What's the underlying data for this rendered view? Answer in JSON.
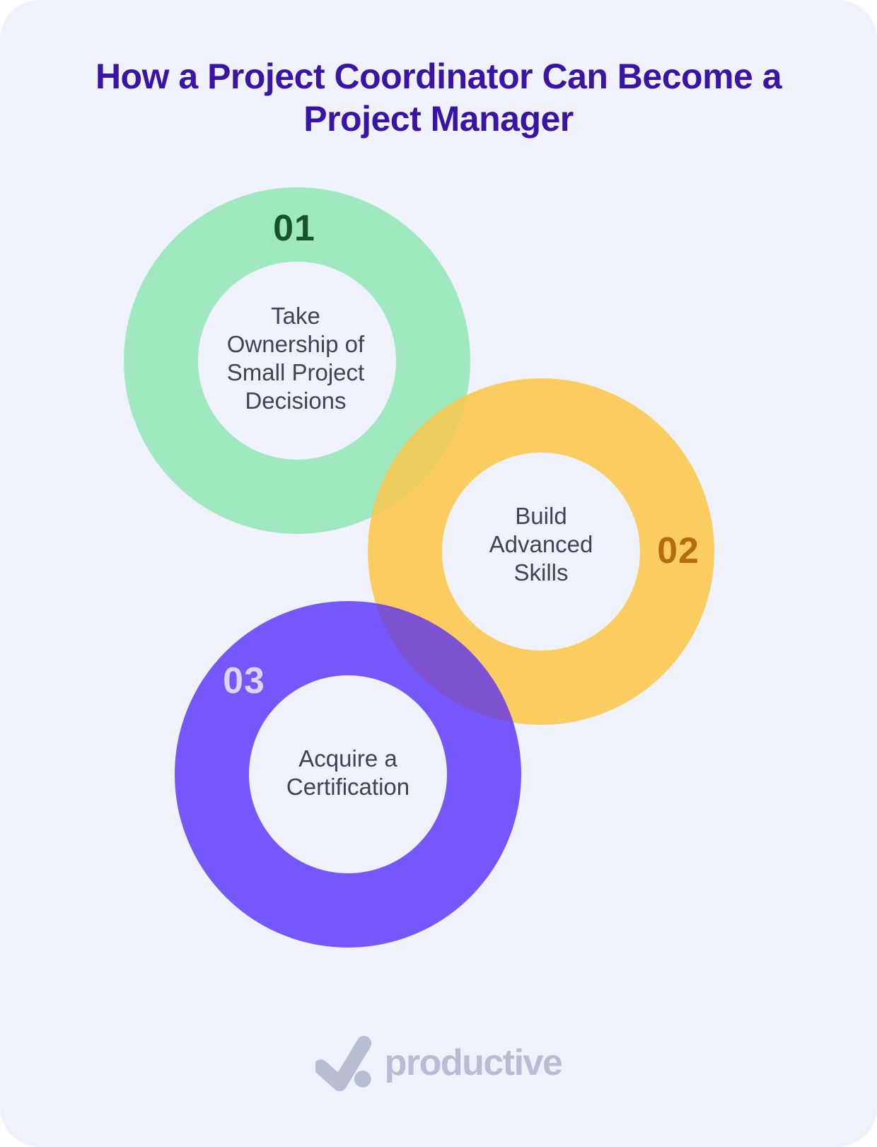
{
  "title": {
    "full": "How a Project Coordinator Can Become a Project Manager",
    "line1": "How a Project Coordinator Can Become a",
    "line2": "Project Manager"
  },
  "steps": [
    {
      "number": "01",
      "label": "Take Ownership of Small Project Decisions",
      "label_lines": [
        "Take",
        "Ownership of",
        "Small Project",
        "Decisions"
      ],
      "ring_color": "#9fe8c0",
      "number_color": "#175231"
    },
    {
      "number": "02",
      "label": "Build Advanced Skills",
      "label_lines": [
        "Build",
        "Advanced",
        "Skills"
      ],
      "ring_color": "#fbcd61",
      "number_color": "#b56c0d"
    },
    {
      "number": "03",
      "label": "Acquire a Certification",
      "label_lines": [
        "Acquire a",
        "Certification"
      ],
      "ring_color": "#7557fb",
      "number_color": "#ded3f8"
    }
  ],
  "overlap_colors": {
    "step1_step2": "#eccd5e",
    "step2_step3": "#7d51cf"
  },
  "colors": {
    "card_background": "#eff1fb",
    "title_text": "#3a14a5",
    "label_text": "#3e4355",
    "logo": "#b9bdd4"
  },
  "logo": {
    "wordmark": "productive"
  }
}
